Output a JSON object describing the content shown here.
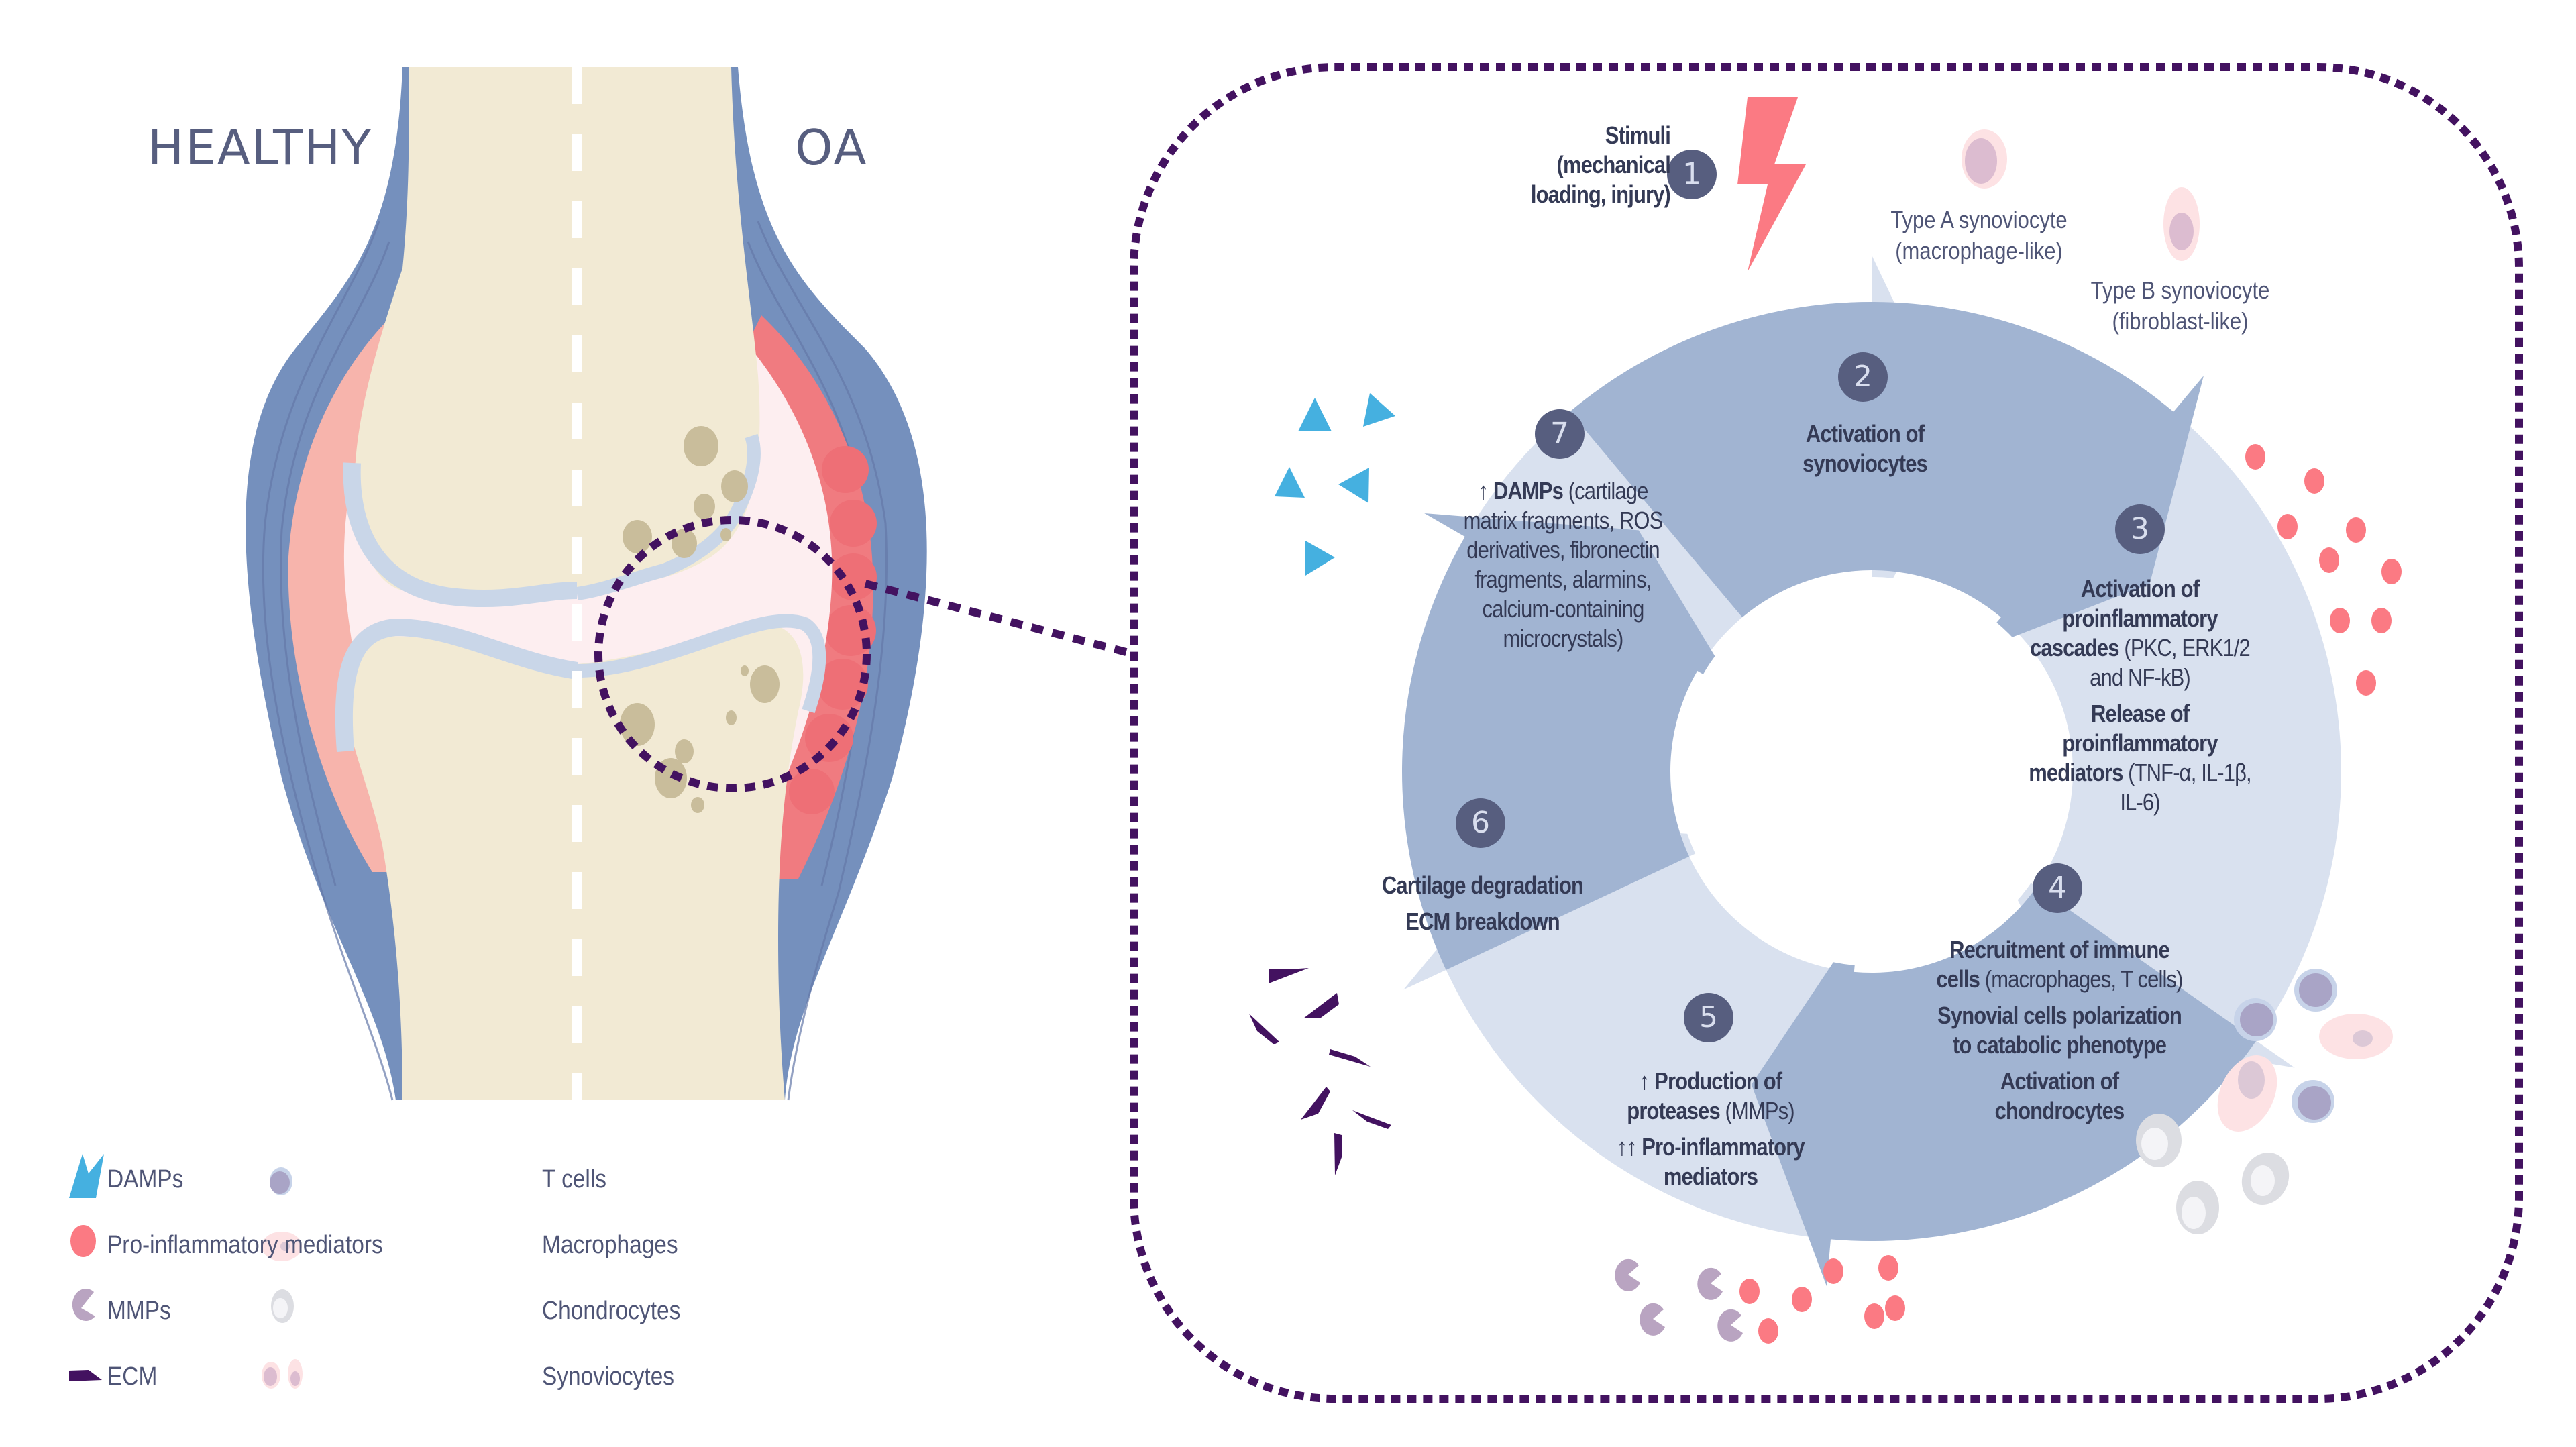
{
  "labels": {
    "healthy": "HEALTHY",
    "oa": "OA"
  },
  "stimuli": {
    "number": "1",
    "lines": [
      "Stimuli",
      "(mechanical",
      "loading, injury)"
    ]
  },
  "synoviocyte_types": [
    {
      "lines": [
        "Type A synoviocyte",
        "(macrophage-like)"
      ]
    },
    {
      "lines": [
        "Type B synoviocyte",
        "(fibroblast-like)"
      ]
    }
  ],
  "cycle_steps": [
    {
      "number": "2",
      "lines": [
        [
          {
            "t": "Activation of",
            "b": true
          }
        ],
        [
          {
            "t": "synoviocytes",
            "b": true
          }
        ]
      ]
    },
    {
      "number": "3",
      "lines": [
        [
          {
            "t": "Activation of",
            "b": true
          }
        ],
        [
          {
            "t": "proinflammatory",
            "b": true
          }
        ],
        [
          {
            "t": "cascades",
            "b": true
          },
          {
            "t": " (PKC, ERK1/2",
            "b": false
          }
        ],
        [
          {
            "t": "and NF-kB)",
            "b": false
          }
        ],
        [
          {
            "t": "Release of",
            "b": true,
            "gap": true
          }
        ],
        [
          {
            "t": "proinflammatory",
            "b": true
          }
        ],
        [
          {
            "t": "mediators",
            "b": true
          },
          {
            "t": " (TNF-α, IL-1β,",
            "b": false
          }
        ],
        [
          {
            "t": "IL-6)",
            "b": false
          }
        ]
      ]
    },
    {
      "number": "4",
      "lines": [
        [
          {
            "t": "Recruitment of immune",
            "b": true
          }
        ],
        [
          {
            "t": "cells",
            "b": true
          },
          {
            "t": " (macrophages, T cells)",
            "b": false
          }
        ],
        [
          {
            "t": "Synovial cells polarization",
            "b": true,
            "gap": true
          }
        ],
        [
          {
            "t": "to catabolic phenotype",
            "b": true
          }
        ],
        [
          {
            "t": "Activation of",
            "b": true,
            "gap": true
          }
        ],
        [
          {
            "t": "chondrocytes",
            "b": true
          }
        ]
      ]
    },
    {
      "number": "5",
      "lines": [
        [
          {
            "t": "↑ ",
            "b": false
          },
          {
            "t": "Production of",
            "b": true
          }
        ],
        [
          {
            "t": "proteases",
            "b": true
          },
          {
            "t": " (MMPs)",
            "b": false
          }
        ],
        [
          {
            "t": "↑↑ ",
            "b": false,
            "gap": true
          },
          {
            "t": "Pro-inflammatory",
            "b": true
          }
        ],
        [
          {
            "t": "mediators",
            "b": true
          }
        ]
      ]
    },
    {
      "number": "6",
      "lines": [
        [
          {
            "t": "Cartilage degradation",
            "b": true
          }
        ],
        [
          {
            "t": "ECM breakdown",
            "b": true,
            "gap": true
          }
        ]
      ]
    },
    {
      "number": "7",
      "lines": [
        [
          {
            "t": "↑ ",
            "b": false
          },
          {
            "t": "DAMPs",
            "b": true
          },
          {
            "t": " (cartilage",
            "b": false
          }
        ],
        [
          {
            "t": "matrix fragments, ROS",
            "b": false
          }
        ],
        [
          {
            "t": "derivatives, fibronectin",
            "b": false
          }
        ],
        [
          {
            "t": "fragments, alarmins,",
            "b": false
          }
        ],
        [
          {
            "t": "calcium-containing",
            "b": false
          }
        ],
        [
          {
            "t": "microcrystals)",
            "b": false
          }
        ]
      ]
    }
  ],
  "legend": [
    {
      "icon": "damps-triangle-icon",
      "label": "DAMPs"
    },
    {
      "icon": "pro-inflammatory-mediator-dot-icon",
      "label": "Pro-inflammatory mediators"
    },
    {
      "icon": "mmp-pacman-icon",
      "label": "MMPs"
    },
    {
      "icon": "ecm-fragment-icon",
      "label": "ECM"
    },
    {
      "icon": "t-cell-icon",
      "label": "T cells"
    },
    {
      "icon": "macrophage-icon",
      "label": "Macrophages"
    },
    {
      "icon": "chondrocyte-icon",
      "label": "Chondrocytes"
    },
    {
      "icon": "synoviocytes-icon",
      "label": "Synoviocytes"
    }
  ],
  "colors": {
    "capsule": "#7590bd",
    "bone": "#f2ead4",
    "cartilage": "#c9d6e8",
    "synovium_healthy": "#f7b4ac",
    "synovium_oa": "#f07b80",
    "joint_space": "#fdeef0",
    "osteophyte": "#c9bd9b",
    "dashed_border": "#431260",
    "arrow_dark": "#a1b4d2",
    "arrow_light": "#d9e1ef",
    "step_badge": "#575e7f",
    "damps": "#45b0e0",
    "mediators": "#fb7a83",
    "mmps": "#b9a4c1",
    "ecm": "#431260",
    "lightning": "#fb7a83",
    "text": "#343a55"
  }
}
